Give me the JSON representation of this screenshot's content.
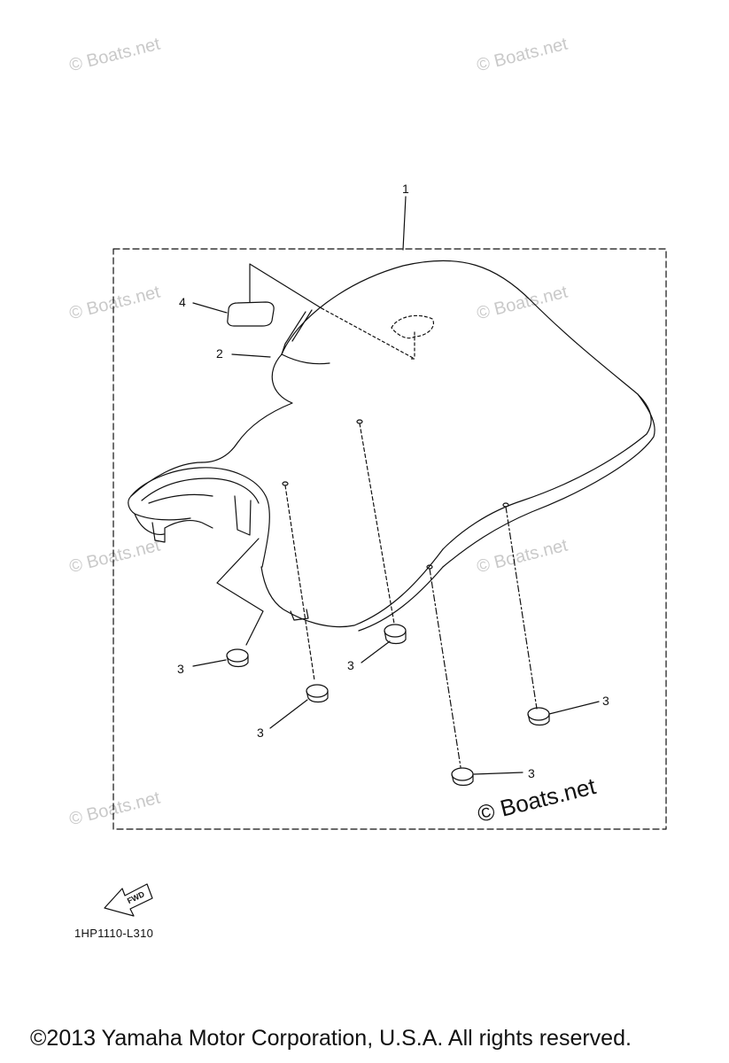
{
  "watermark": "© Boats.net",
  "watermark_prominent": "© Boats.net",
  "callouts": {
    "c1": "1",
    "c2": "2",
    "c3": "3",
    "c4": "4"
  },
  "fwd_label": "FWD",
  "diagram_code": "1HP1110-L310",
  "copyright": "©2013 Yamaha Motor Corporation, U.S.A. All rights reserved.",
  "colors": {
    "line": "#111111",
    "watermark": "#c9c9c9"
  }
}
